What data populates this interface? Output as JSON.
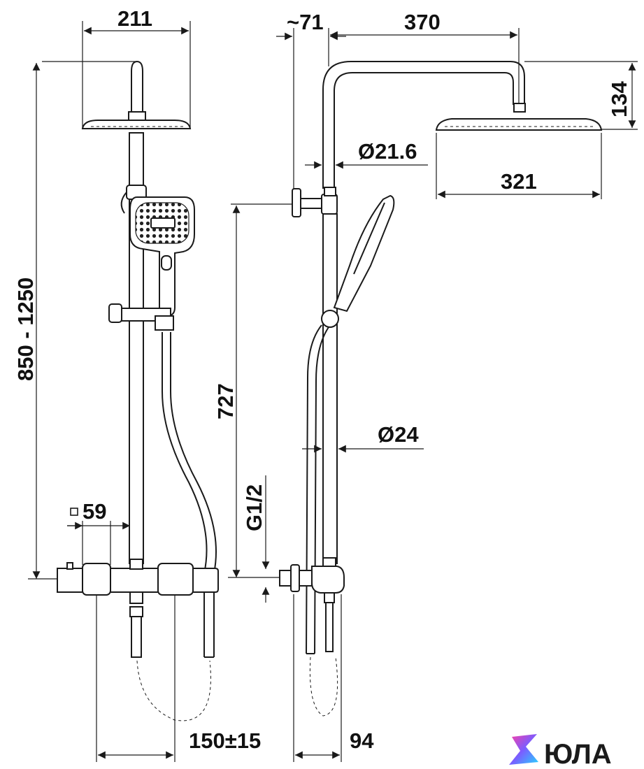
{
  "dimensions": {
    "head_width_front": "211",
    "wall_offset": "~71",
    "arm_projection": "370",
    "head_drop": "134",
    "head_width_side": "321",
    "pipe_diameter_top": "Ø21.6",
    "height_range": "850 - 1250",
    "holder_height": "727",
    "pipe_diameter_bottom": "Ø24",
    "inlet_thread": "G1/2",
    "mixer_size": "59",
    "mixer_size_symbol": "□",
    "inlet_spacing": "150±15",
    "inlet_depth": "94"
  },
  "brand": {
    "logo_text": "ЮЛА",
    "logo_colors": [
      "#ff3ea5",
      "#7b5cff",
      "#27d3ff"
    ]
  }
}
